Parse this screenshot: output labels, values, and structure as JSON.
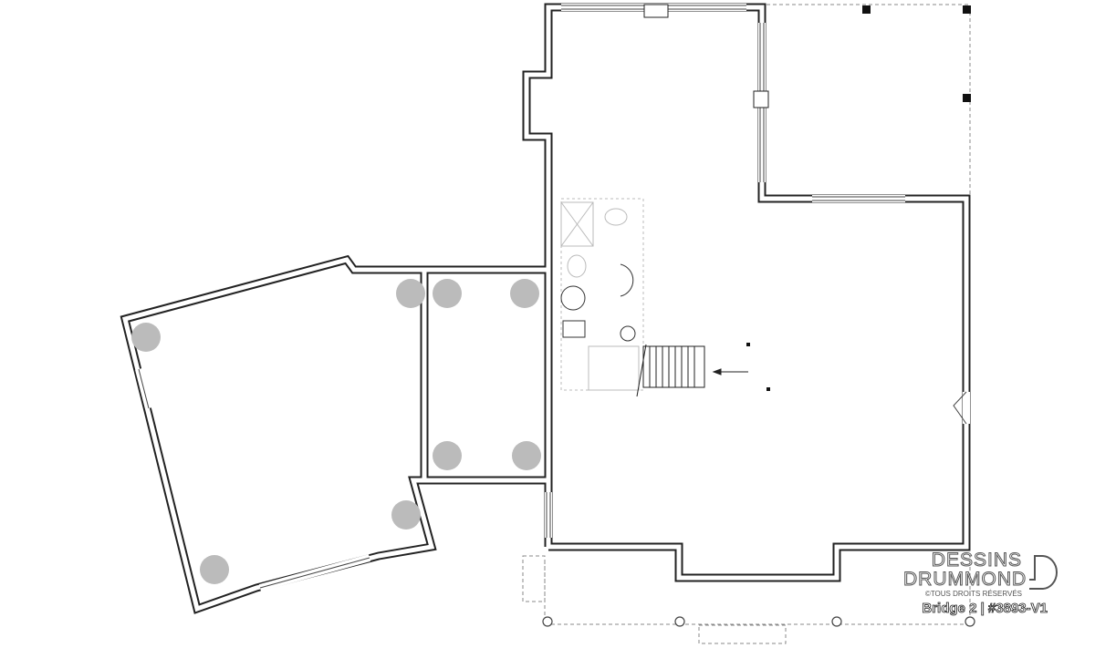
{
  "logo": {
    "line1": "DESSINS",
    "line2": "DRUMMOND",
    "copyright": "©TOUS DROITS RÉSERVÉS"
  },
  "plan_label": "Bridge 2 | #3893-V1"
}
